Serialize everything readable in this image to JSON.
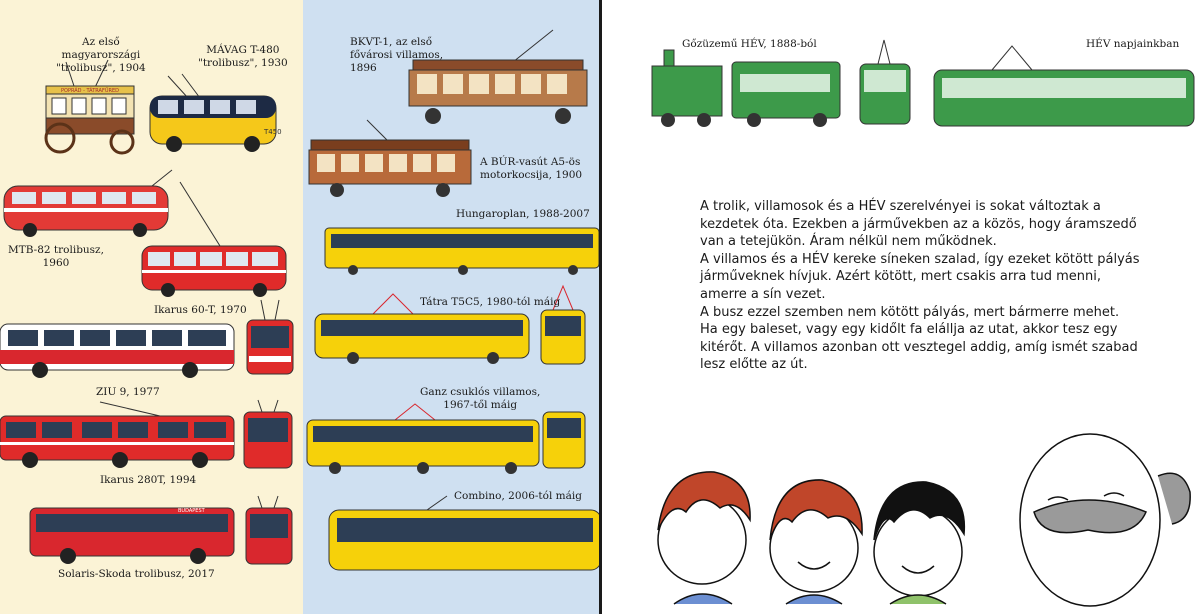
{
  "left_captions": [
    {
      "id": "first-trolleybus",
      "text": "Az első\nmagyarországi\n\"trolibusz\", 1904"
    },
    {
      "id": "mavag",
      "text": "MÁVAG T-480\n\"trolibusz\", 1930"
    },
    {
      "id": "mtb82",
      "text": "MTB-82 trolibusz,\n1960"
    },
    {
      "id": "ikarus60t",
      "text": "Ikarus 60-T, 1970"
    },
    {
      "id": "ziu9",
      "text": "ZIU 9, 1977"
    },
    {
      "id": "ikarus280t",
      "text": "Ikarus 280T, 1994"
    },
    {
      "id": "solaris",
      "text": "Solaris-Skoda trolibusz, 2017"
    }
  ],
  "mid_captions": [
    {
      "id": "bkvt1",
      "text": "BKVT-1, az első\nfővárosi villamos,\n1896"
    },
    {
      "id": "bur",
      "text": "A BÚR-vasút A5-ös\nmotorkocsija, 1900"
    },
    {
      "id": "hungaroplan",
      "text": "Hungaroplan, 1988-2007"
    },
    {
      "id": "tatra",
      "text": "Tátra T5C5, 1980-tól máig"
    },
    {
      "id": "ganz",
      "text": "Ganz csuklós villamos,\n1967-től máig"
    },
    {
      "id": "combino",
      "text": "Combino, 2006-tól máig"
    }
  ],
  "right_captions": [
    {
      "id": "steam-hev",
      "text": "Gőzüzemű HÉV, 1888-ból"
    },
    {
      "id": "modern-hev",
      "text": "HÉV napjainkban"
    }
  ],
  "vehicle_labels": {
    "first_trolleybus_plate": "POPRÁD - TÁTRAFÜRED",
    "mavag_plate": "T450",
    "solaris_plate": "BUDAPEST"
  },
  "story": [
    "A trolik, villamosok és a HÉV szerelvényei is sokat változtak a kezdetek óta. Ezekben a járművekben az a közös, hogy áramszedő van a tetejükön. Áram nélkül nem működnek.",
    "A villamos és a HÉV kereke síneken szalad, így ezeket kötött pályás járműveknek hívjuk. Azért kötött, mert csakis arra tud menni, amerre a sín vezet.",
    "A busz ezzel szemben nem kötött pályás, mert bármerre mehet. Ha egy baleset, vagy egy kidőlt fa elállja az utat, akkor tesz egy kitérőt. A villamos azonban ott vesztegel addig, amíg ismét szabad lesz előtte az út."
  ],
  "colors": {
    "left_bg": "#fbf3d6",
    "mid_bg": "#cfe0f1",
    "trolley_red": "#d9272e",
    "tram_yellow": "#f6d10a",
    "hev_green": "#3d9a4a"
  }
}
